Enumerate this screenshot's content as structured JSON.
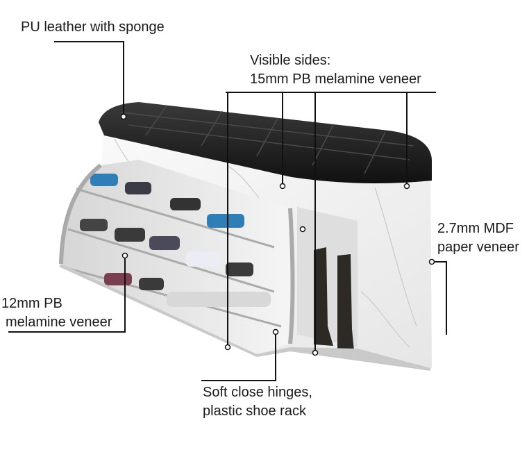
{
  "image": {
    "subject": "shoe-storage-bench-product-diagram",
    "colors": {
      "cushion": "#222222",
      "cabinet": "#f2f2f2",
      "frame": "#b9b9b9",
      "leader_line": "#111111",
      "text": "#1a1a1a"
    }
  },
  "callouts": {
    "seat": {
      "line1": "PU leather with sponge"
    },
    "sides": {
      "line1": "Visible sides:",
      "line2": "15mm PB melamine veneer"
    },
    "mdf": {
      "line1": "2.7mm MDF",
      "line2": "paper veneer"
    },
    "pb": {
      "line1": "12mm PB",
      "line2": "melamine veneer"
    },
    "hinges": {
      "line1": "Soft close hinges,",
      "line2": "plastic shoe rack"
    }
  }
}
